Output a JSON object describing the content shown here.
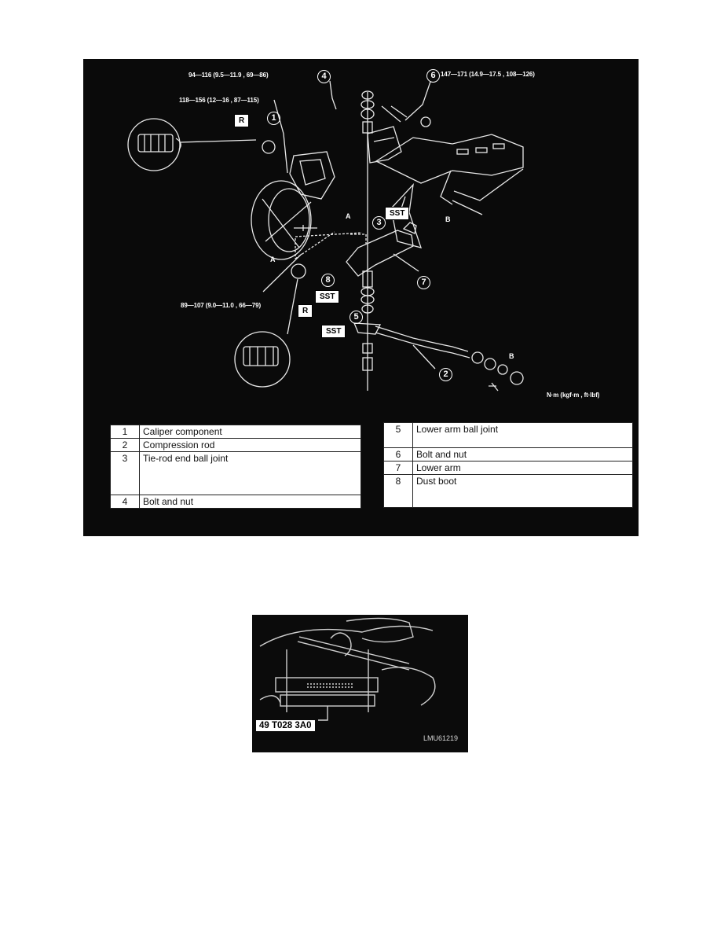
{
  "diagram": {
    "torque_labels": {
      "t_94": "94—116 (9.5—11.9 , 69—86)",
      "t_118": "118—156 (12—16 , 87—115)",
      "t_147": "147—171 (14.9—17.5 , 108—126)",
      "t_89": "89—107 (9.0—11.0 , 66—79)"
    },
    "units": "N·m (kgf·m , ft·lbf)",
    "box_labels": {
      "r_top": "R",
      "r_bottom": "R",
      "sst_right": "SST",
      "sst_mid": "SST",
      "sst_low": "SST"
    },
    "callouts": {
      "c1": "1",
      "c2": "2",
      "c3": "3",
      "c4": "4",
      "c5": "5",
      "c6": "6",
      "c7": "7",
      "c8": "8"
    },
    "letters": {
      "a_top": "A",
      "a_left": "A",
      "b_top": "B",
      "b_bottom": "B"
    }
  },
  "legend_left": [
    {
      "num": "1",
      "part": "Caliper component"
    },
    {
      "num": "2",
      "part": "Compression rod"
    },
    {
      "num": "3",
      "part": "Tie-rod end ball joint"
    },
    {
      "num": "4",
      "part": "Bolt and nut"
    }
  ],
  "legend_right": [
    {
      "num": "5",
      "part": "Lower arm ball joint"
    },
    {
      "num": "6",
      "part": "Bolt and nut"
    },
    {
      "num": "7",
      "part": "Lower arm"
    },
    {
      "num": "8",
      "part": "Dust boot"
    }
  ],
  "photo": {
    "tool_code": "49 T028 3A0",
    "ref_code": "LMU61219"
  }
}
